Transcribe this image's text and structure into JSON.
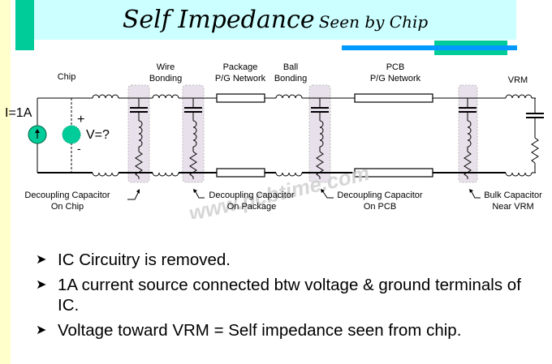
{
  "slide": {
    "title_main": "Self Impedance",
    "title_sub": "Seen by Chip",
    "colors": {
      "title_bg": "#ccffff",
      "accent_green": "#00cc99",
      "accent_blue": "#0099ff",
      "left_strip": "#ffffcc"
    }
  },
  "diagram": {
    "labels": {
      "chip": "Chip",
      "wire_bonding_1": "Wire",
      "wire_bonding_2": "Bonding",
      "package_1": "Package",
      "package_2": "P/G Network",
      "ball_1": "Ball",
      "ball_2": "Bonding",
      "pcb_1": "PCB",
      "pcb_2": "P/G Network",
      "vrm": "VRM",
      "current": "I=1A",
      "voltage": "V=?",
      "plus": "+",
      "minus": "-",
      "decap_chip_1": "Decoupling Capacitor",
      "decap_chip_2": "On Chip",
      "decap_pkg_1": "Decoupling Capacitor",
      "decap_pkg_2": "On Package",
      "decap_pcb_1": "Decoupling Capacitor",
      "decap_pcb_2": "On PCB",
      "bulk_1": "Bulk Capacitor",
      "bulk_2": "Near VRM"
    },
    "watermark": "www.pcbtime.com"
  },
  "bullets": [
    {
      "icon": "arrow-bullet-icon",
      "text": "IC Circuitry is removed."
    },
    {
      "icon": "arrow-bullet-icon",
      "text": "1A current source connected btw voltage & ground terminals of IC."
    },
    {
      "icon": "arrow-bullet-icon",
      "text": "Voltage toward VRM = Self impedance seen from chip."
    }
  ]
}
